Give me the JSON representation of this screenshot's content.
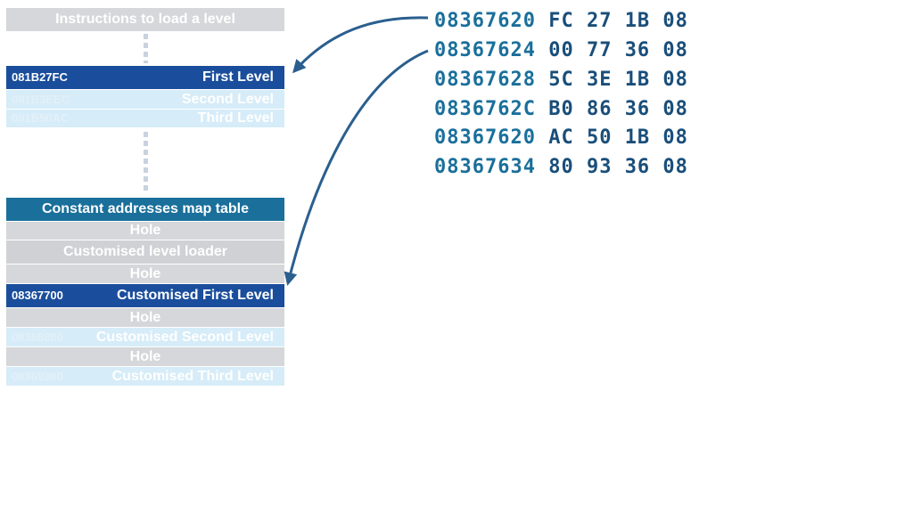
{
  "instructions": {
    "title": "Instructions to load a level"
  },
  "levels": [
    {
      "address": "081B27FC",
      "name": "First Level"
    },
    {
      "address": "081B3EEC",
      "name": "Second Level"
    },
    {
      "address": "081B50AC",
      "name": "Third Level"
    }
  ],
  "map_table": {
    "title": "Constant addresses map table",
    "hole_label": "Hole",
    "loader_label": "Customised level loader",
    "custom_levels": [
      {
        "address": "08367700",
        "name": "Customised First Level"
      },
      {
        "address": "08368880",
        "name": "Customised Second Level"
      },
      {
        "address": "08369380",
        "name": "Customised Third Level"
      }
    ]
  },
  "hex_dump": [
    {
      "address": "08367620",
      "bytes": "FC 27 1B 08"
    },
    {
      "address": "08367624",
      "bytes": "00 77 36 08"
    },
    {
      "address": "08367628",
      "bytes": "5C 3E 1B 08"
    },
    {
      "address": "0836762C",
      "bytes": "B0 86 36 08"
    },
    {
      "address": "08367620",
      "bytes": "AC 50 1B 08"
    },
    {
      "address": "08367634",
      "bytes": "80 93 36 08"
    }
  ],
  "colors": {
    "dark_blue": "#1a4e9c",
    "teal": "#1a6f9b",
    "light_blue": "#d6ecf8",
    "gray": "#d6d7da",
    "arrow": "#2a5f8f"
  }
}
